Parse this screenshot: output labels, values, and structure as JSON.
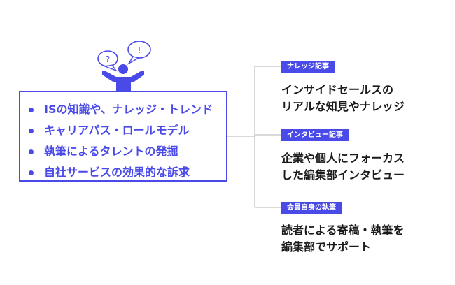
{
  "colors": {
    "accent": "#4a4ae8",
    "text": "#1a1a1a",
    "line": "#b3b3b3"
  },
  "illustration": {
    "bubble_left": "?",
    "bubble_right": "!"
  },
  "main_box": {
    "items": [
      "ISの知識や、ナレッジ・トレンド",
      "キャリアパス・ロールモデル",
      "執筆によるタレントの発掘",
      "自社サービスの効果的な訴求"
    ]
  },
  "branches": [
    {
      "tag": "ナレッジ記事",
      "lines": [
        "インサイドセールスの",
        "リアルな知見やナレッジ"
      ]
    },
    {
      "tag": "インタビュー記事",
      "lines": [
        "企業や個人にフォーカス",
        "した編集部インタビュー"
      ]
    },
    {
      "tag": "会員自身の執筆",
      "lines": [
        "読者による寄稿・執筆を",
        "編集部でサポート"
      ]
    }
  ]
}
